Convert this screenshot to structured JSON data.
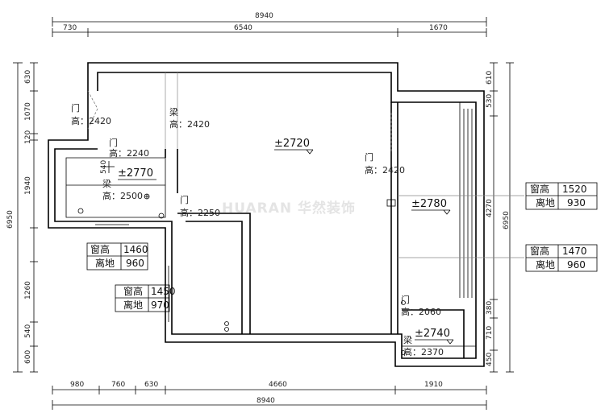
{
  "dimensions": {
    "top_total": "8940",
    "top_segments": [
      "730",
      "6540",
      "1670"
    ],
    "bottom_segments": [
      "980",
      "760",
      "630",
      "4660",
      "1910"
    ],
    "bottom_total": "8940",
    "left_total": "6950",
    "left_segments": [
      "630",
      "1070",
      "120",
      "1940",
      "1260",
      "540",
      "600"
    ],
    "right_total": "6950",
    "right_segments": [
      "610",
      "530",
      "4270",
      "380",
      "710",
      "450"
    ]
  },
  "labels": {
    "door_label": "门",
    "beam_label": "梁",
    "door1_height": "高：2420",
    "beam1_height": "高：2420",
    "door2_height": "高：2240",
    "beam2_height": "高：2500",
    "door3_height": "高：2250",
    "door4_height": "高：2420",
    "door5_height": "高：2060",
    "beam3_height": "高：2370",
    "inner_540": "540"
  },
  "elevations": {
    "main": "±2720",
    "bath": "±2770",
    "balcony": "±2780",
    "small": "±2740"
  },
  "window_boxes": [
    {
      "k1": "窗高",
      "v1": "1460",
      "k2": "离地",
      "v2": "960"
    },
    {
      "k1": "窗高",
      "v1": "1450",
      "k2": "离地",
      "v2": "970"
    },
    {
      "k1": "窗高",
      "v1": "1520",
      "k2": "离地",
      "v2": "930"
    },
    {
      "k1": "窗高",
      "v1": "1470",
      "k2": "离地",
      "v2": "960"
    }
  ],
  "watermark": "HUARAN 华然装饰"
}
